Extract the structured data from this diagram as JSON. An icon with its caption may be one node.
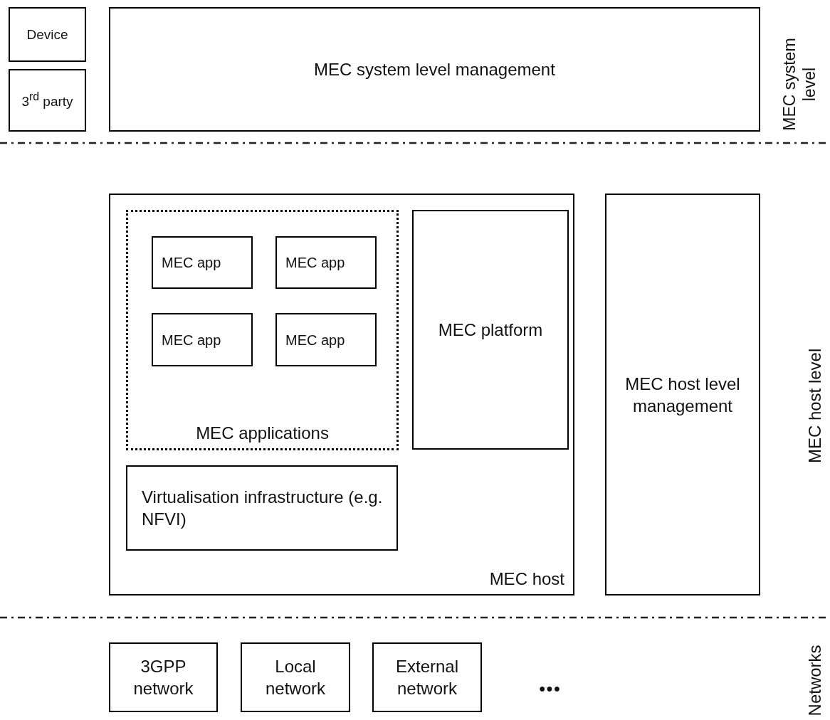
{
  "diagram": {
    "nodes": [
      {
        "text": [
          "Device"
        ]
      },
      {
        "text": [
          "3$^{rd}$ party"
        ]
      },
      {
        "text": [
          "MEC system level management"
        ]
      },
      {
        "text": [
          "MEC host"
        ]
      },
      {
        "text": [
          "MEC applications"
        ],
        "in": 3
      },
      {
        "text": [
          "MEC app"
        ],
        "in": 4
      },
      {
        "text": [
          "MEC app"
        ],
        "in": 4
      },
      {
        "text": [
          "MEC app"
        ],
        "in": 4
      },
      {
        "text": [
          "MEC app"
        ],
        "in": 4
      },
      {
        "text": [
          "MEC platform"
        ],
        "in": 3
      },
      {
        "text": [
          "Virtualisation infrastructure (e.g. NFVI)"
        ],
        "in": 3
      },
      {
        "text": [
          "MEC host level management"
        ]
      },
      {
        "text": [
          "3GPP network"
        ]
      },
      {
        "text": [
          "Local network"
        ]
      },
      {
        "text": [
          "External network"
        ]
      }
    ],
    "labels": [
      "MEC system level",
      "MEC host level",
      "•••",
      "Networks"
    ]
  }
}
